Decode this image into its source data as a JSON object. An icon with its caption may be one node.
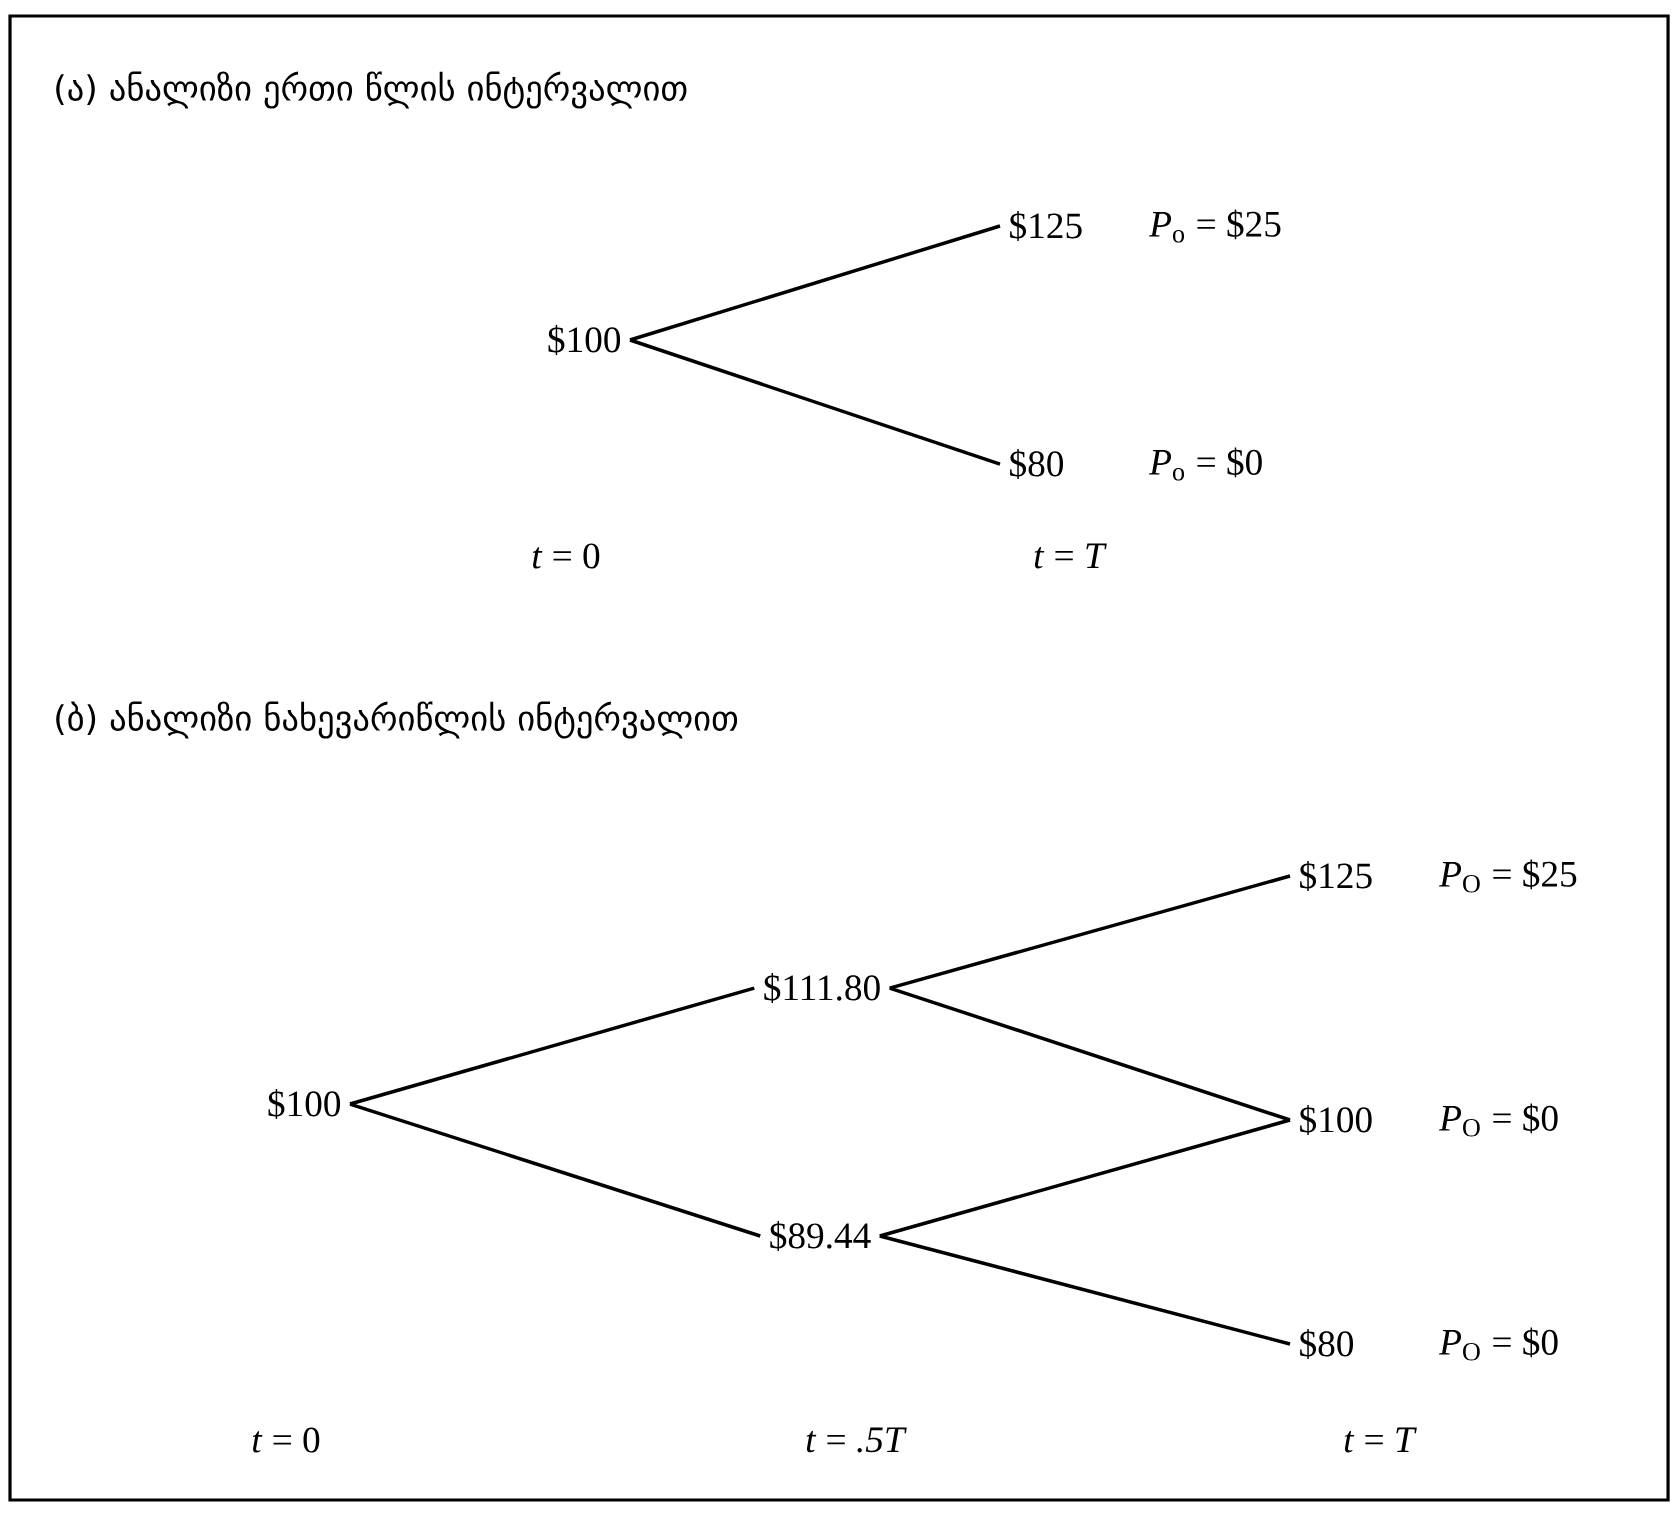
{
  "diagram": {
    "nodes": [
      {
        "text": [
          "$100"
        ]
      },
      {
        "text": [
          "$125"
        ],
        "beside": [
          "*P*$_{o}$ = $25"
        ]
      },
      {
        "text": [
          "$80"
        ],
        "beside": [
          "*P*$_{o}$ = $0"
        ]
      },
      {
        "text": [
          "$100"
        ]
      },
      {
        "text": [
          "$111.80"
        ]
      },
      {
        "text": [
          "$89.44"
        ]
      },
      {
        "text": [
          "$125"
        ],
        "beside": [
          "*P*$_{O}$ = $25"
        ]
      },
      {
        "text": [
          "$100"
        ],
        "beside": [
          "*P*$_{O}$ = $0"
        ]
      },
      {
        "text": [
          "$80"
        ],
        "beside": [
          "*P*$_{O}$ = $0"
        ]
      }
    ],
    "edges": [
      {
        "from": 0,
        "to": 1,
        "arrow": "none"
      },
      {
        "from": 0,
        "to": 2,
        "arrow": "none"
      },
      {
        "from": 3,
        "to": 4,
        "arrow": "none"
      },
      {
        "from": 3,
        "to": 5,
        "arrow": "none"
      },
      {
        "from": 4,
        "to": 6,
        "arrow": "none"
      },
      {
        "from": 4,
        "to": 7,
        "arrow": "none"
      },
      {
        "from": 5,
        "to": 7,
        "arrow": "none"
      },
      {
        "from": 5,
        "to": 8,
        "arrow": "none"
      }
    ],
    "labels": [
      "(ა) ანალიზი ერთი წლის ინტერვალით",
      "*t* = 0",
      "*t* = *T*",
      "(ბ) ანალიზი ნახევარიწლის ინტერვალით",
      "*t* = 0",
      "*t* = *.5T*",
      "*t* = *T*"
    ]
  }
}
